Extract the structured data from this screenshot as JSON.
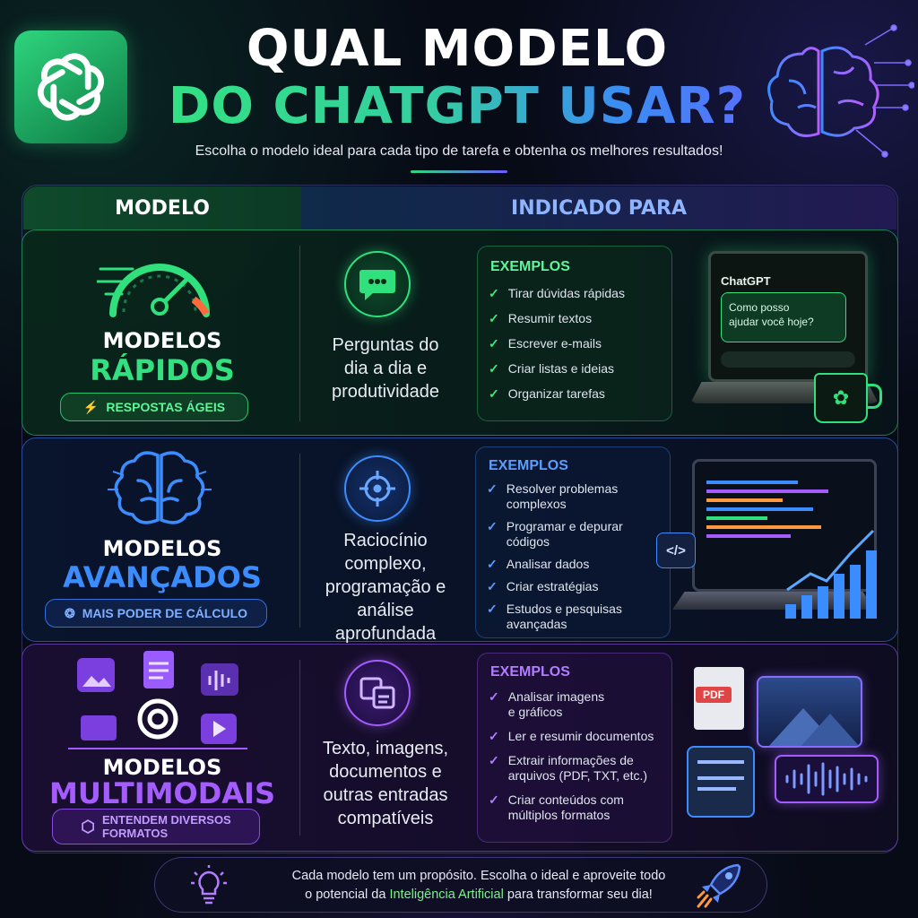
{
  "header": {
    "title_line1": "QUAL MODELO",
    "title_line2": "DO CHATGPT USAR?",
    "subtitle": "Escolha o modelo ideal para cada tipo de tarefa e obtenha os melhores resultados!"
  },
  "table": {
    "col_model": "MODELO",
    "col_indicated": "INDICADO PARA"
  },
  "rows": [
    {
      "model_line1": "MODELOS",
      "model_line2": "RÁPIDOS",
      "badge": "RESPOSTAS ÁGEIS",
      "indicated": [
        "Perguntas do",
        "dia a dia e",
        "produtividade"
      ],
      "examples_title": "EXEMPLOS",
      "examples": [
        "Tirar dúvidas rápidas",
        "Resumir textos",
        "Escrever e-mails",
        "Criar listas e ideias",
        "Organizar tarefas"
      ],
      "accent": "#33e07f",
      "chat_title": "ChatGPT",
      "chat_bubble": [
        "Como posso",
        "ajudar você hoje?"
      ]
    },
    {
      "model_line1": "MODELOS",
      "model_line2": "AVANÇADOS",
      "badge": "MAIS PODER DE CÁLCULO",
      "indicated": [
        "Raciocínio",
        "complexo,",
        "programação e",
        "análise",
        "aprofundada"
      ],
      "examples_title": "EXEMPLOS",
      "examples": [
        [
          "Resolver problemas",
          "complexos"
        ],
        [
          "Programar e depurar",
          "códigos"
        ],
        [
          "Analisar dados"
        ],
        [
          "Criar estratégias"
        ],
        [
          "Estudos e pesquisas",
          "avançadas"
        ]
      ],
      "accent": "#3b8dff",
      "code_tag": "</>"
    },
    {
      "model_line1": "MODELOS",
      "model_line2": "MULTIMODAIS",
      "badge": [
        "ENTENDEM DIVERSOS",
        "FORMATOS"
      ],
      "indicated": [
        "Texto, imagens,",
        "documentos e",
        "outras entradas",
        "compatíveis"
      ],
      "examples_title": "EXEMPLOS",
      "examples": [
        [
          "Analisar imagens",
          "e gráficos"
        ],
        [
          "Ler e resumir documentos"
        ],
        [
          "Extrair informações de",
          "arquivos (PDF, TXT, etc.)"
        ],
        [
          "Criar conteúdos com",
          "múltiplos formatos"
        ]
      ],
      "accent": "#a45cff",
      "pdf_label": "PDF"
    }
  ],
  "footer": {
    "text_line1": "Cada modelo tem um propósito. Escolha o ideal e aproveite todo",
    "text_line2_pre": "o potencial da ",
    "text_line2_highlight": "Inteligência Artificial",
    "text_line2_post": " para transformar seu dia!"
  },
  "icons": {
    "logo": "openai-logo-icon",
    "brain": "brain-circuit-icon",
    "speedometer": "speedometer-icon",
    "chat": "chat-bubble-icon",
    "target": "target-icon",
    "media": "media-files-icon",
    "lightbulb": "lightbulb-icon",
    "rocket": "rocket-icon"
  }
}
